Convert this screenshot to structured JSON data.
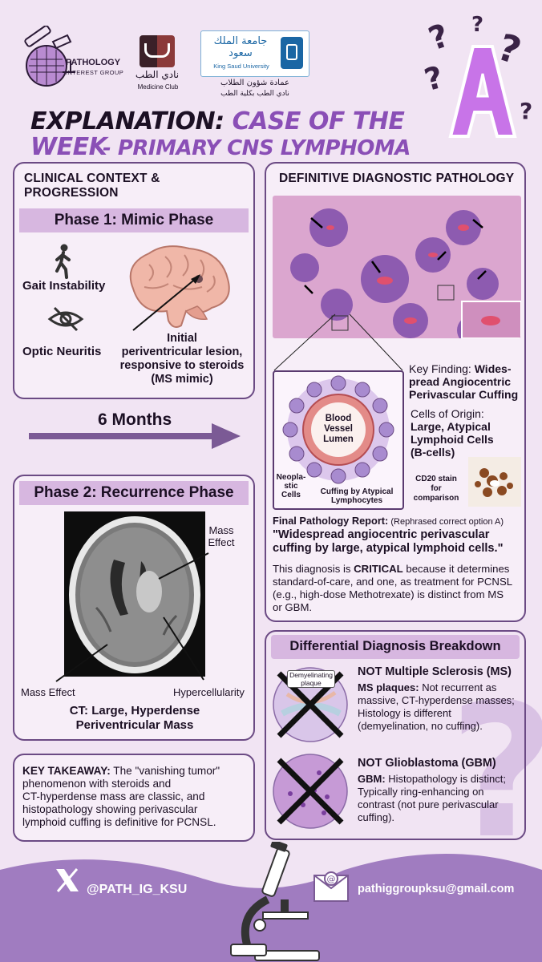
{
  "header": {
    "logo_line1": "PATHOLOGY",
    "logo_line2": "INTEREST GROUP",
    "club_arabic": "نادي الطب",
    "club_english": "Medicine Club",
    "uni_arabic": "جامعة الملك سعود",
    "uni_english": "King Saud University",
    "deanship_arabic": "عمادة شؤون الطلاب",
    "club_full_arabic": "نادي الطب بكلية الطب",
    "badge_letter": "A",
    "title_part1": "EXPLANATION:",
    "title_part2": "CASE OF THE WEEK",
    "title_line2": "- PRIMARY CNS LYMPHOMA"
  },
  "left": {
    "section_title": "CLINICAL CONTEXT & PROGRESSION",
    "phase1_title": "Phase 1: Mimic Phase",
    "gait_label": "Gait Instability",
    "optic_label": "Optic Neuritis",
    "lesion_label_1": "Initial",
    "lesion_label_2": "periventricular lesion,",
    "lesion_label_3": "responsive to steroids",
    "lesion_label_4": "(MS mimic)",
    "timeline_label": "6 Months",
    "phase2_title": "Phase 2: Recurrence Phase",
    "mass_effect_top_1": "Mass",
    "mass_effect_top_2": "Effect",
    "mass_effect_left": "Mass Effect",
    "hypercellularity": "Hypercellularity",
    "ct_caption_1": "CT: Large, Hyperdense",
    "ct_caption_2": "Periventricular Mass",
    "takeaway_label": "KEY TAKEAWAY:",
    "takeaway_1": " The \"vanishing tumor\"",
    "takeaway_2": "phenomenon with steroids and",
    "takeaway_3": "CT-hyperdense mass are classic, and",
    "takeaway_4": "histopathology showing perivascular",
    "takeaway_5": "lymphoid cuffing is definitive for PCNSL."
  },
  "right": {
    "section_title": "DEFINITIVE DIAGNOSTIC PATHOLOGY",
    "vessel_1": "Blood",
    "vessel_2": "Vessel",
    "vessel_3": "Lumen",
    "neoplastic_1": "Neopla-",
    "neoplastic_2": "stic",
    "neoplastic_3": "Cells",
    "cuffing_1": "Cuffing by Atypical",
    "cuffing_2": "Lymphocytes",
    "key_finding_prefix": "Key Finding: ",
    "key_finding_1": "Wides-",
    "key_finding_2": "pread Angiocentric",
    "key_finding_3": "Perivascular Cuffing",
    "origin_label": "Cells of Origin:",
    "origin_1": "Large, Atypical",
    "origin_2": "Lymphoid Cells",
    "origin_3": "(B-cells)",
    "cd20_1": "CD20 stain",
    "cd20_2": "for",
    "cd20_3": "comparison",
    "report_label": "Final Pathology Report:",
    "report_note": " (Rephrased correct option A)",
    "report_quote_1": "\"Widespread angiocentric perivascular",
    "report_quote_2": "cuffing by large, atypical lymphoid cells.\"",
    "critical_1a": "This diagnosis is ",
    "critical_1b": "CRITICAL",
    "critical_1c": " because it determines",
    "critical_2": "standard-of-care, and one, as treatment for PCNSL",
    "critical_3": "(e.g., high-dose Methotrexate) is distinct from MS",
    "critical_4": "or GBM.",
    "ddx_title": "Differential Diagnosis Breakdown",
    "demyel_1": "Demyelinating",
    "demyel_2": "plaque",
    "ms_title": "NOT Multiple Sclerosis (MS)",
    "ms_bold": "MS plaques:",
    "ms_1": " Not recurrent as",
    "ms_2": "massive, CT-hyperdense masses;",
    "ms_3": "Histology is different",
    "ms_4": "(demyelination, no cuffing).",
    "gbm_title": "NOT Glioblastoma (GBM)",
    "gbm_bold": "GBM:",
    "gbm_1": " Histopathology is distinct;",
    "gbm_2": "Typically ring-enhancing on",
    "gbm_3": "contrast (not pure perivascular",
    "gbm_4": "cuffing)."
  },
  "footer": {
    "x_handle": "@PATH_IG_KSU",
    "email": "pathiggroupksu@gmail.com"
  },
  "colors": {
    "background": "#f1e4f3",
    "accent_purple": "#8a55b3",
    "panel_border": "#6b4a84",
    "phase_band": "#d7b7e0",
    "footer_purple": "#a07cc0"
  }
}
